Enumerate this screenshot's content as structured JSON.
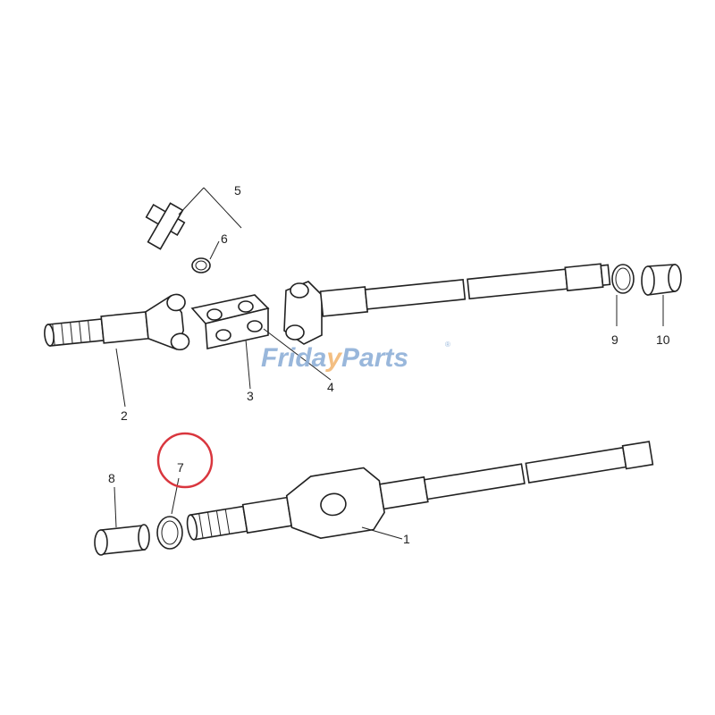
{
  "diagram": {
    "labels": [
      "1",
      "2",
      "3",
      "4",
      "5",
      "6",
      "7",
      "8",
      "9",
      "10"
    ],
    "highlighted_label": "7",
    "highlight_color": "#d9363e"
  },
  "watermark": {
    "text_part1": "Frida",
    "text_part2": "y",
    "text_part3": "Parts",
    "registered": "®",
    "color_main": "#8fb0d8",
    "color_accent": "#f2b774"
  }
}
